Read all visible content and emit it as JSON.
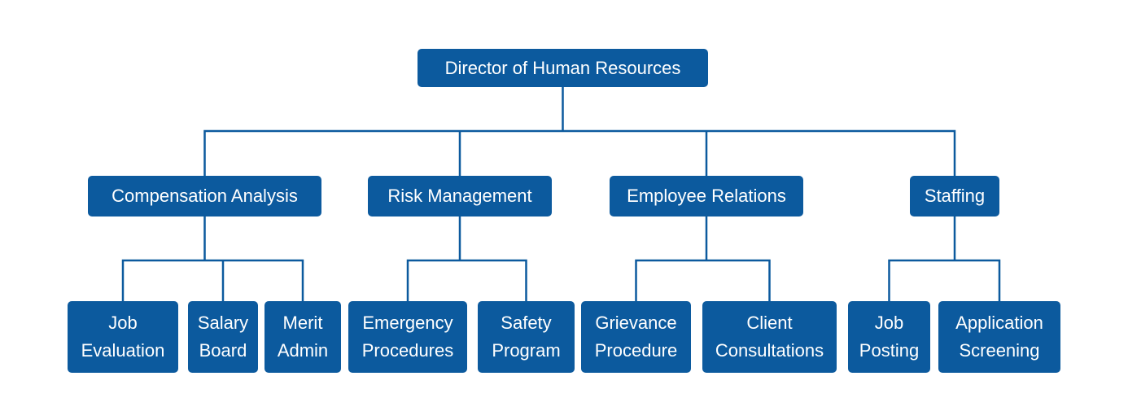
{
  "diagram": {
    "type": "org-chart",
    "colors": {
      "background": "#ffffff",
      "node_fill": "#0c5a9e",
      "node_text": "#ffffff",
      "connector": "#0c5a9e"
    }
  },
  "nodes": {
    "director": {
      "label": "Director of Human Resources"
    },
    "compensation_analysis": {
      "label": "Compensation Analysis"
    },
    "risk_management": {
      "label": "Risk Management"
    },
    "employee_relations": {
      "label": "Employee Relations"
    },
    "staffing": {
      "label": "Staffing"
    },
    "job_evaluation": {
      "label": "Job\nEvaluation"
    },
    "salary_board": {
      "label": "Salary\nBoard"
    },
    "merit_admin": {
      "label": "Merit\nAdmin"
    },
    "emergency_procedures": {
      "label": "Emergency\nProcedures"
    },
    "safety_program": {
      "label": "Safety\nProgram"
    },
    "grievance_procedure": {
      "label": "Grievance\nProcedure"
    },
    "client_consultations": {
      "label": "Client\nConsultations"
    },
    "job_posting": {
      "label": "Job\nPosting"
    },
    "application_screening": {
      "label": "Application\nScreening"
    }
  },
  "structure": {
    "root": "director",
    "children": {
      "director": [
        "compensation_analysis",
        "risk_management",
        "employee_relations",
        "staffing"
      ],
      "compensation_analysis": [
        "job_evaluation",
        "salary_board",
        "merit_admin"
      ],
      "risk_management": [
        "emergency_procedures",
        "safety_program"
      ],
      "employee_relations": [
        "grievance_procedure",
        "client_consultations"
      ],
      "staffing": [
        "job_posting",
        "application_screening"
      ]
    }
  }
}
